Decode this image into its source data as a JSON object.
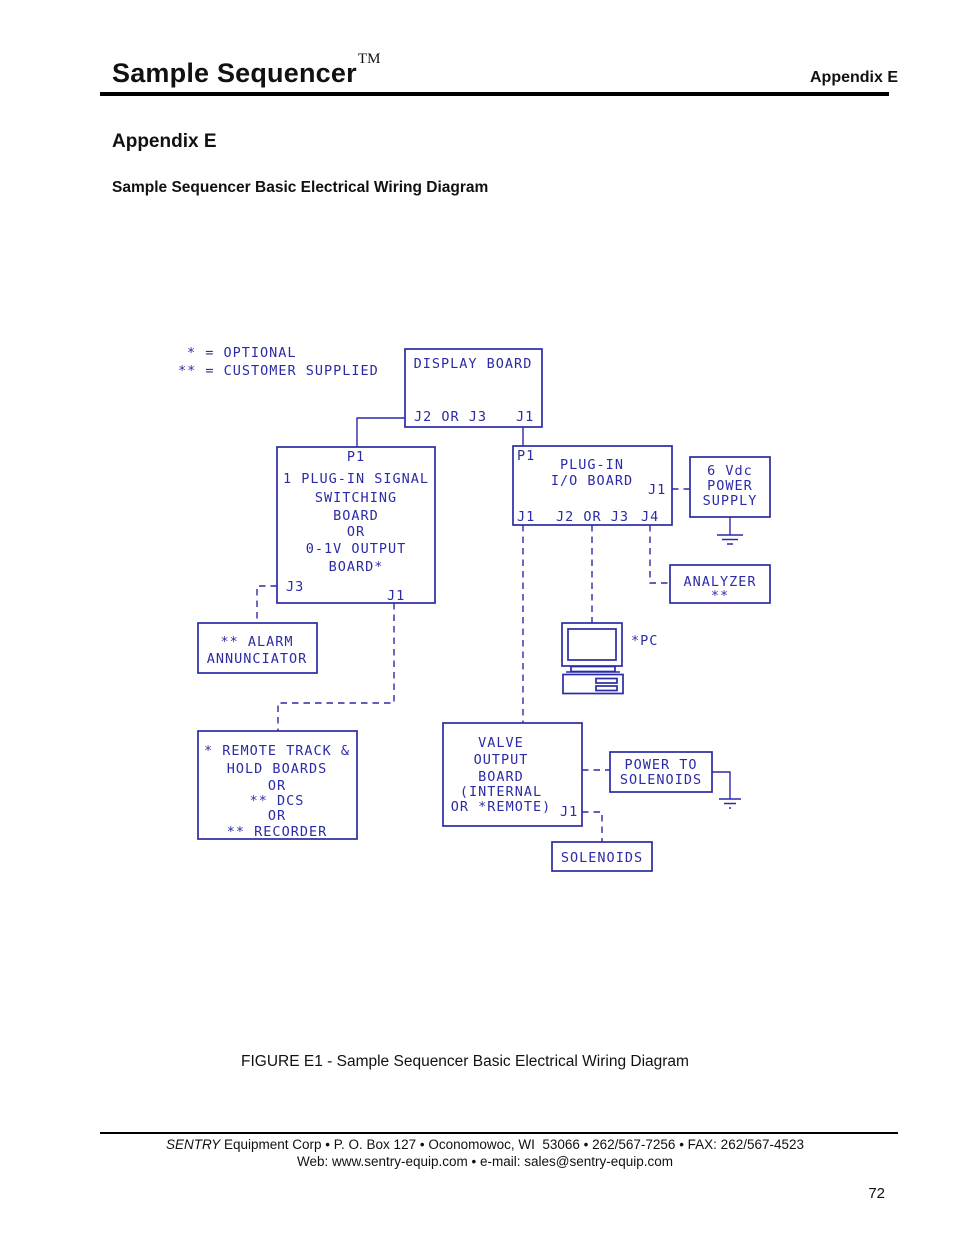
{
  "header": {
    "title": "Sample Sequencer",
    "trademark": "TM",
    "right": "Appendix E"
  },
  "section": {
    "heading": "Appendix E",
    "subheading": "Sample Sequencer Basic Electrical Wiring Diagram"
  },
  "caption": "FIGURE E1 - Sample Sequencer Basic Electrical Wiring Diagram",
  "footer": {
    "company": "SENTRY",
    "line1_rest": " Equipment Corp • P. O. Box 127 • Oconomowoc, WI  53066 • 262/567-7256 • FAX: 262/567-4523",
    "line2": "Web: www.sentry-equip.com • e-mail: sales@sentry-equip.com",
    "page_number": "72"
  },
  "diagram": {
    "color": "#2b2ba6",
    "legend": {
      "line1": "* = OPTIONAL",
      "line2": "** = CUSTOMER SUPPLIED"
    },
    "boxes": {
      "display": {
        "title": "DISPLAY BOARD",
        "j2j3": "J2 OR J3",
        "j1": "J1"
      },
      "switching": {
        "p1": "P1",
        "lines": [
          "1 PLUG-IN SIGNAL",
          "SWITCHING",
          "BOARD",
          "OR",
          "0-1V OUTPUT",
          "BOARD*"
        ],
        "j3": "J3",
        "j1": "J1"
      },
      "io": {
        "p1": "P1",
        "lines": [
          "PLUG-IN",
          "I/O BOARD"
        ],
        "j1_right": "J1",
        "bottom": [
          "J1",
          "J2 OR J3",
          "J4"
        ]
      },
      "power_supply": {
        "lines": [
          "6 Vdc",
          "POWER",
          "SUPPLY"
        ]
      },
      "analyzer": {
        "lines": [
          "ANALYZER",
          "**"
        ]
      },
      "alarm": {
        "lines": [
          "** ALARM",
          "ANNUNCIATOR"
        ]
      },
      "remote": {
        "lines": [
          "* REMOTE TRACK &",
          "HOLD BOARDS",
          "OR",
          "** DCS",
          "OR",
          "** RECORDER"
        ]
      },
      "valve": {
        "lines": [
          "VALVE",
          "OUTPUT",
          "BOARD",
          "(INTERNAL",
          "OR *REMOTE)"
        ],
        "j1": "J1"
      },
      "power_solenoids": {
        "lines": [
          "POWER TO",
          "SOLENOIDS"
        ]
      },
      "solenoids": {
        "label": "SOLENOIDS"
      },
      "pc_label": "*PC"
    }
  }
}
